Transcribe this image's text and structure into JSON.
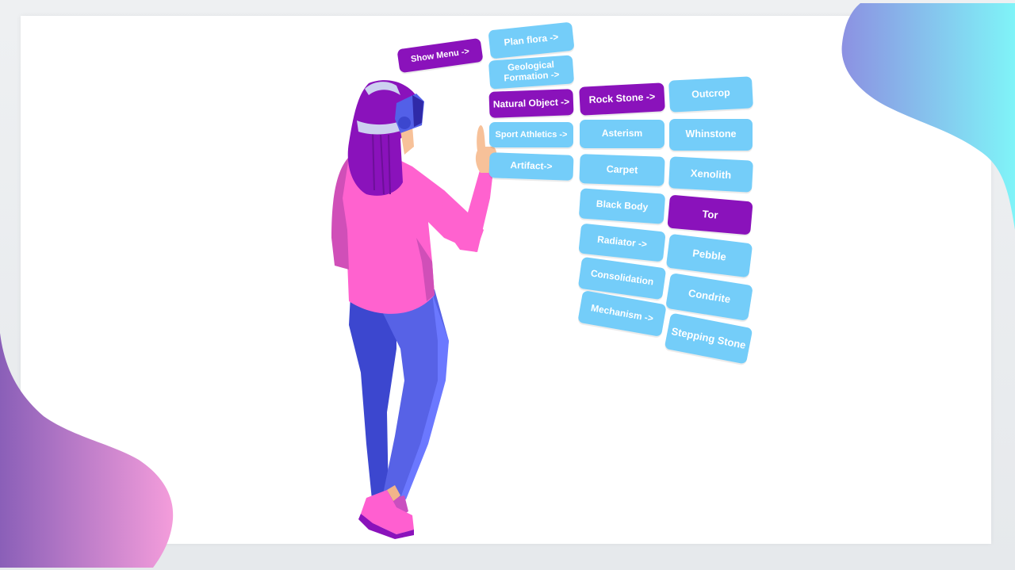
{
  "scene": {
    "description": "Isometric illustration of a woman wearing a VR headset selecting items from a floating virtual menu",
    "colors": {
      "frame": "#e9ecef",
      "panel": "#ffffff",
      "tile_default": "#74cdf9",
      "tile_selected": "#8a12bb",
      "tile_text": "#ffffff",
      "blob_top_right_start": "#8e94e3",
      "blob_top_right_end": "#7ef0f7",
      "blob_bottom_left_start": "#8a5fb8",
      "blob_bottom_left_end": "#f29ad8"
    }
  },
  "menu": {
    "root": {
      "label": "Show Menu ->",
      "state": "selected"
    },
    "column1": [
      {
        "label": "Plan flora ->",
        "state": "default"
      },
      {
        "label": "Geological Formation ->",
        "state": "default"
      },
      {
        "label": "Natural Object ->",
        "state": "selected"
      },
      {
        "label": "Sport Athletics ->",
        "state": "default"
      },
      {
        "label": "Artifact->",
        "state": "default"
      }
    ],
    "column2": [
      {
        "label": "Rock Stone ->",
        "state": "selected"
      },
      {
        "label": "Asterism",
        "state": "default"
      },
      {
        "label": "Carpet",
        "state": "default"
      },
      {
        "label": "Black Body",
        "state": "default"
      },
      {
        "label": "Radiator ->",
        "state": "default"
      },
      {
        "label": "Consolidation",
        "state": "default"
      },
      {
        "label": "Mechanism ->",
        "state": "default"
      }
    ],
    "column3": [
      {
        "label": "Outcrop",
        "state": "default"
      },
      {
        "label": "Whinstone",
        "state": "default"
      },
      {
        "label": "Xenolith",
        "state": "default"
      },
      {
        "label": "Tor",
        "state": "selected"
      },
      {
        "label": "Pebble",
        "state": "default"
      },
      {
        "label": "Condrite",
        "state": "default"
      },
      {
        "label": "Stepping Stone",
        "state": "default"
      }
    ]
  }
}
